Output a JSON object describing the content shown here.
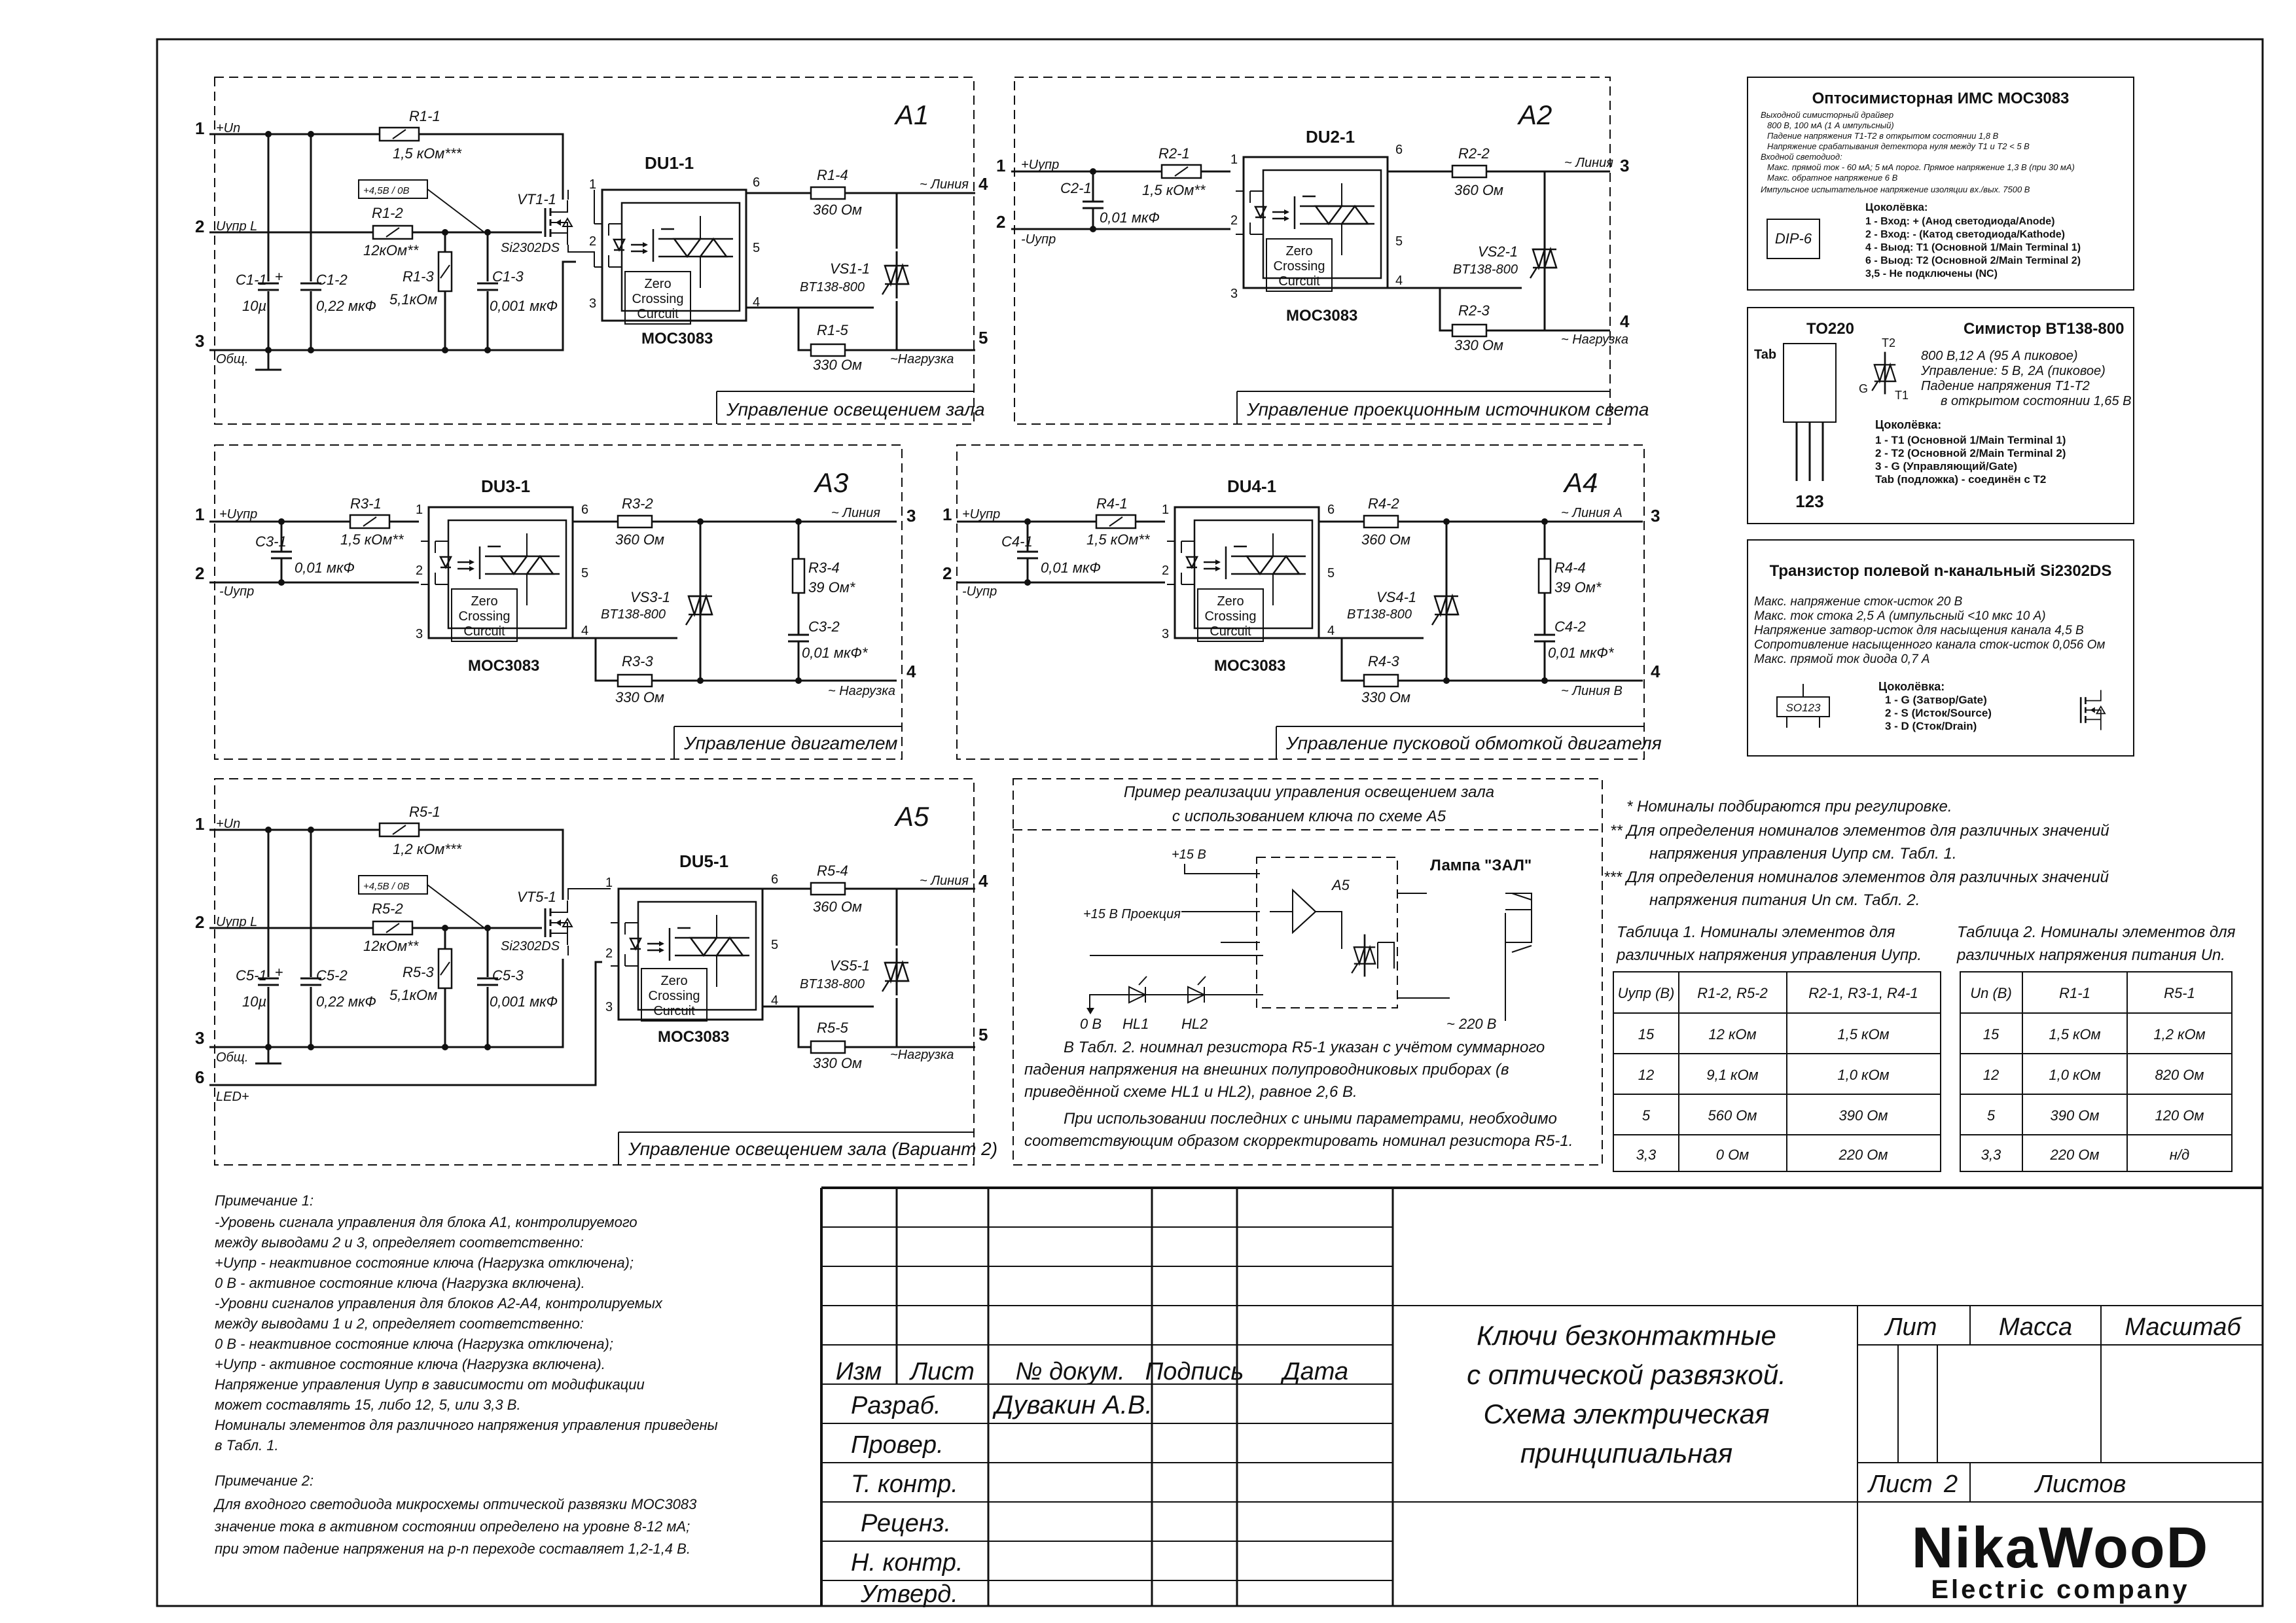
{
  "blocks": {
    "a1": {
      "label": "A1",
      "caption": "Управление освещением зала",
      "du": "DU1-1",
      "chip": "MOC3083",
      "zc": [
        "Zero",
        "Crossing",
        "Curcuit"
      ],
      "r1": "R1-1",
      "r1v": "1,5 кОм***",
      "r2": "R1-2",
      "r2v": "12кОм**",
      "r3": "R1-3",
      "r3v": "5,1кОм",
      "r4": "R1-4",
      "r4v": "360 Ом",
      "r5": "R1-5",
      "r5v": "330 Ом",
      "c1": "C1-1",
      "c1v": "10µ",
      "c2": "C1-2",
      "c2v": "0,22 мкФ",
      "c3": "C1-3",
      "c3v": "0,001 мкФ",
      "vt": "VT1-1",
      "vtpart": "Si2302DS",
      "vs": "VS1-1",
      "vspart": "BT138-800",
      "un": "+Un",
      "uupr": "Uупр L",
      "gnd": "Общ.",
      "line": "~ Линия",
      "load": "~Нагрузка",
      "jump": "+4,5В / 0В"
    },
    "a2": {
      "label": "A2",
      "caption": "Управление проекционным источником света",
      "du": "DU2-1",
      "chip": "MOC3083",
      "zc": [
        "Zero",
        "Crossing",
        "Curcuit"
      ],
      "r1": "R2-1",
      "r1v": "1,5 кОм**",
      "r2": "R2-2",
      "r2v": "360 Ом",
      "r3": "R2-3",
      "r3v": "330 Ом",
      "c1": "C2-1",
      "c1v": "0,01 мкФ",
      "vs": "VS2-1",
      "vspart": "BT138-800",
      "up": "+Uупр",
      "um": "-Uупр",
      "line": "~ Линия",
      "load": "~ Нагрузка"
    },
    "a3": {
      "label": "A3",
      "caption": "Управление двигателем",
      "du": "DU3-1",
      "chip": "MOC3083",
      "zc": [
        "Zero",
        "Crossing",
        "Curcuit"
      ],
      "r1": "R3-1",
      "r1v": "1,5 кОм**",
      "r2": "R3-2",
      "r2v": "360 Ом",
      "r3": "R3-3",
      "r3v": "330 Ом",
      "r4": "R3-4",
      "r4v": "39 Ом*",
      "c1": "C3-1",
      "c1v": "0,01 мкФ",
      "c2": "C3-2",
      "c2v": "0,01 мкФ*",
      "vs": "VS3-1",
      "vspart": "BT138-800",
      "up": "+Uупр",
      "um": "-Uупр",
      "line": "~ Линия",
      "load": "~ Нагрузка"
    },
    "a4": {
      "label": "A4",
      "caption": "Управление пусковой обмоткой двигателя",
      "du": "DU4-1",
      "chip": "MOC3083",
      "zc": [
        "Zero",
        "Crossing",
        "Curcuit"
      ],
      "r1": "R4-1",
      "r1v": "1,5 кОм**",
      "r2": "R4-2",
      "r2v": "360 Ом",
      "r3": "R4-3",
      "r3v": "330 Ом",
      "r4": "R4-4",
      "r4v": "39 Ом*",
      "c1": "C4-1",
      "c1v": "0,01 мкФ",
      "c2": "C4-2",
      "c2v": "0,01 мкФ*",
      "vs": "VS4-1",
      "vspart": "BT138-800",
      "up": "+Uупр",
      "um": "-Uупр",
      "line": "~ Линия A",
      "load": "~ Линия B"
    },
    "a5": {
      "label": "A5",
      "caption": "Управление освещением зала (Вариант 2)",
      "du": "DU5-1",
      "chip": "MOC3083",
      "zc": [
        "Zero",
        "Crossing",
        "Curcuit"
      ],
      "r1": "R5-1",
      "r1v": "1,2 кОм***",
      "r2": "R5-2",
      "r2v": "12кОм**",
      "r3": "R5-3",
      "r3v": "5,1кОм",
      "r4": "R5-4",
      "r4v": "360 Ом",
      "r5": "R5-5",
      "r5v": "330 Ом",
      "c1": "C5-1",
      "c1v": "10µ",
      "c2": "C5-2",
      "c2v": "0,22 мкФ",
      "c3": "C5-3",
      "c3v": "0,001 мкФ",
      "vt": "VT5-1",
      "vtpart": "Si2302DS",
      "vs": "VS5-1",
      "vspart": "BT138-800",
      "un": "+Un",
      "uupr": "Uупр L",
      "gnd": "Общ.",
      "led": "LED+",
      "line": "~ Линия",
      "load": "~Нагрузка",
      "jump": "+4,5В / 0В"
    }
  },
  "example": {
    "title1": "Пример реализации управления освещением зала",
    "title2": "с использованием ключа по схеме A5",
    "v15": "+15 В",
    "proj": "+15 В Проекция",
    "zero": "0 В",
    "hl1": "HL1",
    "hl2": "HL2",
    "block": "A5",
    "lamp": "Лампа \"ЗАЛ\"",
    "v220": "~ 220 В",
    "note": [
      "В Табл. 2. ноимнал резистора R5-1 указан с учётом суммарного",
      "падения напряжения на внешних полупроводниковых приборах (в",
      "приведённой схеме HL1 и HL2), равное 2,6 В.",
      "При использовании последних с иными параметрами, необходимо",
      "соответствующим образом скорректировать номинал резистора R5-1."
    ]
  },
  "moc": {
    "title": "Оптосимисторная ИМС MOC3083",
    "lines": [
      "Выходной симисторный драйвер",
      "800 В, 100 мА (1 А импульсный)",
      "Падение напряжения T1-T2 в открытом состоянии 1,8 В",
      "Напряжение срабатывания детектора нуля между T1 и T2 < 5 В",
      "Входной светодиод:",
      "Макс. прямой ток - 60 мА; 5 мА порог. Прямое напряжение 1,3 В (при 30 мА)",
      "Макс. обратное напряжение 6 В",
      "Импульсное испытательное напряжение изоляции вх./вых. 7500 В"
    ],
    "pkg": "DIP-6",
    "pin_title": "Цоколёвка:",
    "pins": [
      "1 - Вход: + (Анод светодиода/Anode)",
      "2 - Вход: - (Катод светодиода/Kathode)",
      "4 - Выод: T1 (Основной 1/Main Terminal 1)",
      "6 - Выод: T2 (Основной 2/Main Terminal 2)",
      "3,5 - Не подключены (NC)"
    ]
  },
  "triac": {
    "title": "Симистор BT138-800",
    "pkg": "TO220",
    "tab": "Tab",
    "pinnums": "123",
    "lines": [
      "800 В,12 А (95 А пиковое)",
      "Управление: 5 В, 2А (пиковое)",
      "Падение напряжения T1-T2",
      "в открытом состоянии 1,65 В"
    ],
    "pin_title": "Цоколёвка:",
    "pins": [
      "1 - T1 (Основной 1/Main Terminal 1)",
      "2 - T2 (Основной 2/Main Terminal 2)",
      "3 - G  (Управляющий/Gate)",
      "Tab (подложка) - соединён с T2"
    ]
  },
  "fet": {
    "title": "Транзистор полевой n-канальный Si2302DS",
    "lines": [
      "Макс. напряжение сток-исток 20 В",
      "Макс. ток стока 2,5 А (импульсный  <10 мкс 10 А)",
      "Напряжение затвор-исток для насыщения канала 4,5 В",
      "Сопротивление насыщенного канала сток-исток 0,056 Ом",
      "Макс. прямой ток диода 0,7 А"
    ],
    "pkg": "SO123",
    "pin_title": "Цоколёвка:",
    "pins": [
      "1 - G (Затвор/Gate)",
      "2 - S (Исток/Source)",
      "3 - D (Сток/Drain)"
    ]
  },
  "footnotes": [
    "*  Номиналы подбираются при регулировке.",
    "** Для определения номиналов элементов для различных значений",
    "напряжения управления Uупр см. Табл. 1.",
    "*** Для определения номиналов элементов для различных значений",
    "напряжения питания Un см. Табл. 2."
  ],
  "table1": {
    "caption": [
      "Таблица 1. Номиналы элементов для",
      "различных напряжения управления Uупр."
    ],
    "headers": [
      "Uупр (В)",
      "R1-2, R5-2",
      "R2-1, R3-1, R4-1"
    ],
    "rows": [
      [
        "15",
        "12 кОм",
        "1,5 кОм"
      ],
      [
        "12",
        "9,1 кОм",
        "1,0 кОм"
      ],
      [
        "5",
        "560 Ом",
        "390 Ом"
      ],
      [
        "3,3",
        "0 Ом",
        "220 Ом"
      ]
    ]
  },
  "table2": {
    "caption": [
      "Таблица 2. Номиналы элементов для",
      "различных напряжения питания Un."
    ],
    "headers": [
      "Un (В)",
      "R1-1",
      "R5-1"
    ],
    "rows": [
      [
        "15",
        "1,5 кОм",
        "1,2 кОм"
      ],
      [
        "12",
        "1,0 кОм",
        "820 Ом"
      ],
      [
        "5",
        "390 Ом",
        "120 Ом"
      ],
      [
        "3,3",
        "220 Ом",
        "н/д"
      ]
    ]
  },
  "notes": {
    "n1_title": "Примечание 1:",
    "n1": [
      "-Уровень сигнала управления для блока А1, контролируемого",
      "  между выводами 2 и 3, определяет соответственно:",
      "    +Uупр - неактивное состояние ключа (Нагрузка отключена);",
      "       0 В - активное состояние ключа (Нагрузка включена).",
      "-Уровни сигналов управления для блоков А2-А4, контролируемых",
      "  между выводами 1 и 2, определяет соответственно:",
      "       0 В - неактивное состояние ключа (Нагрузка отключена);",
      "      +Uупр - активное состояние ключа (Нагрузка включена).",
      "Напряжение управления  Uупр в зависимости от модификации",
      "  может составлять 15, либо 12, 5, или 3,3 В.",
      "Номиналы элементов для различного напряжения управления приведены",
      "  в Табл. 1."
    ],
    "n2_title": "Примечание 2:",
    "n2": [
      "Для входного светодиода микросхемы оптической развязки MOC3083",
      "значение тока в активном состоянии определено на уровне 8-12 мА;",
      "при этом падение напряжения на p-n переходе составляет 1,2-1,4 В."
    ]
  },
  "stamp": {
    "col_heads": [
      "Изм",
      "Лист",
      "№ докум.",
      "Подпись",
      "Дата"
    ],
    "roles": [
      "Разраб.",
      "Провер.",
      "Т. контр.",
      "Реценз.",
      "Н. контр.",
      "Утверд."
    ],
    "developer": "Дувакин А.В.",
    "title": [
      "Ключи безконтактные",
      "с оптической развязкой.",
      "Схема электрическая",
      "принципиальная"
    ],
    "lit": "Лит",
    "mass": "Масса",
    "scale": "Масштаб",
    "sheet": "Лист",
    "sheet_no": "2",
    "sheets": "Листов",
    "logo1": "NikaWooD",
    "logo2": "Electric company"
  }
}
